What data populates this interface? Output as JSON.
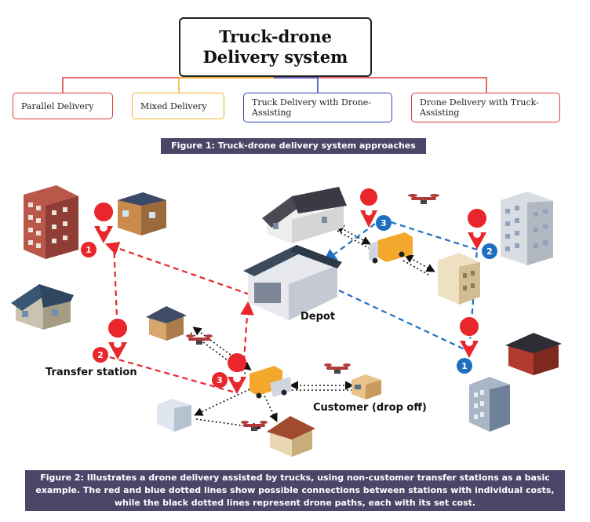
{
  "top_diagram": {
    "title_line1": "Truck-drone",
    "title_line2": "Delivery system",
    "categories": [
      {
        "label": "Parallel Delivery",
        "color": "#e03a3a"
      },
      {
        "label": "Mixed Delivery",
        "color": "#f2b32a"
      },
      {
        "label": "Truck Delivery with Drone-Assisting",
        "color": "#2f3fbf"
      },
      {
        "label": "Drone Delivery with Truck-Assisting",
        "color": "#e03a3a"
      }
    ],
    "caption": "Figure 1: Truck-drone delivery system approaches"
  },
  "network": {
    "depot_label": "Depot",
    "transfer_label": "Transfer station",
    "customer_label": "Customer (drop off)",
    "red_station_numbers": [
      "1",
      "2",
      "3"
    ],
    "blue_station_numbers": [
      "1",
      "2",
      "3"
    ],
    "colors": {
      "red": "#e8262b",
      "blue": "#1f6fc1",
      "black": "#111111",
      "truck": "#f3a72c"
    },
    "caption_lines": [
      "Figure 2: Illustrates a drone delivery assisted by trucks, using non-customer transfer stations as a basic",
      "example. The red and blue dotted lines show possible connections between stations with individual costs,",
      "while the black dotted lines represent drone paths, each with its set cost."
    ]
  }
}
